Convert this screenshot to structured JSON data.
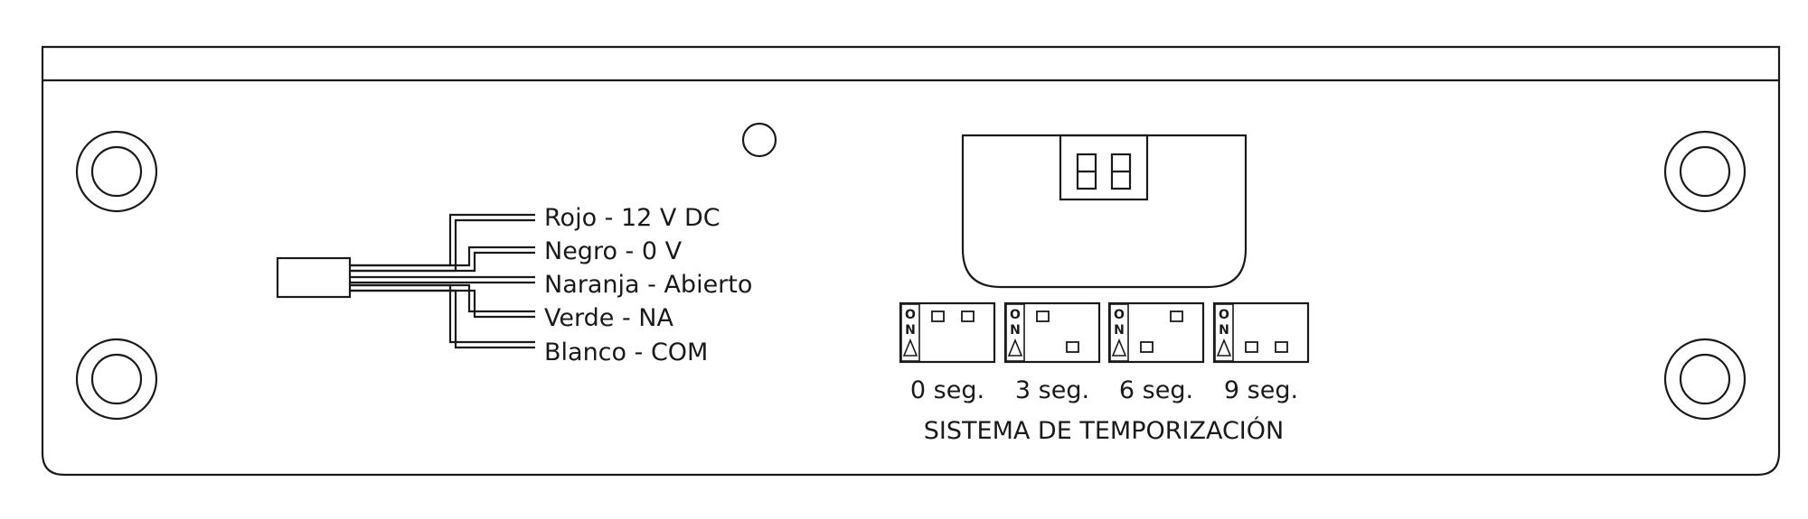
{
  "wire_labels": [
    "Rojo - 12 V DC",
    "Negro - 0 V",
    "Naranja - Abierto",
    "Verde - NA",
    "Blanco - COM"
  ],
  "dip_settings": [
    {
      "label": "0 seg.",
      "switch1": "up",
      "switch2": "up"
    },
    {
      "label": "3 seg.",
      "switch1": "up",
      "switch2": "down"
    },
    {
      "label": "6 seg.",
      "switch1": "down",
      "switch2": "up"
    },
    {
      "label": "9 seg.",
      "switch1": "down",
      "switch2": "down"
    }
  ],
  "on_label": [
    "O",
    "N"
  ],
  "timing_title": "SISTEMA DE TEMPORIZACIÓN",
  "colors": {
    "stroke": "#1a1a1a",
    "background": "#ffffff"
  }
}
